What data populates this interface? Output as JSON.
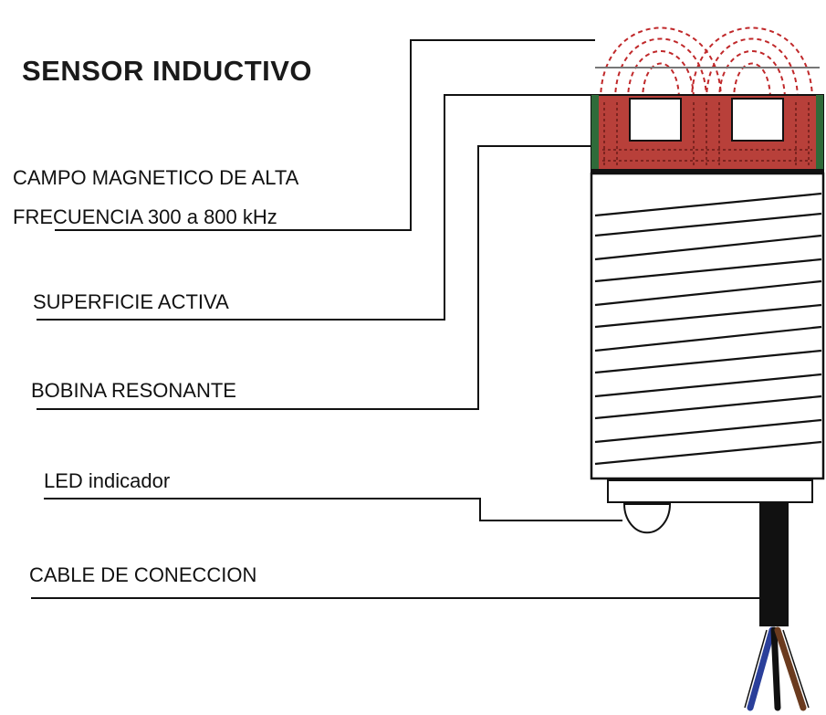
{
  "diagram": {
    "title": "SENSOR INDUCTIVO",
    "labels": {
      "magnetic_field_line1": "CAMPO MAGNETICO DE ALTA",
      "magnetic_field_line2": "FRECUENCIA 300 a 800 kHz",
      "active_surface": "SUPERFICIE ACTIVA",
      "resonant_coil": "BOBINA RESONANTE",
      "led_indicator": "LED indicador",
      "connection_cable": "CABLE DE CONECCION"
    },
    "colors": {
      "line": "#111111",
      "field": "#c0282a",
      "core_fill": "#b8403a",
      "core_edge": "#2f6b3a",
      "wire_blue": "#2a3f9a",
      "wire_brown": "#6b3b1f"
    }
  }
}
